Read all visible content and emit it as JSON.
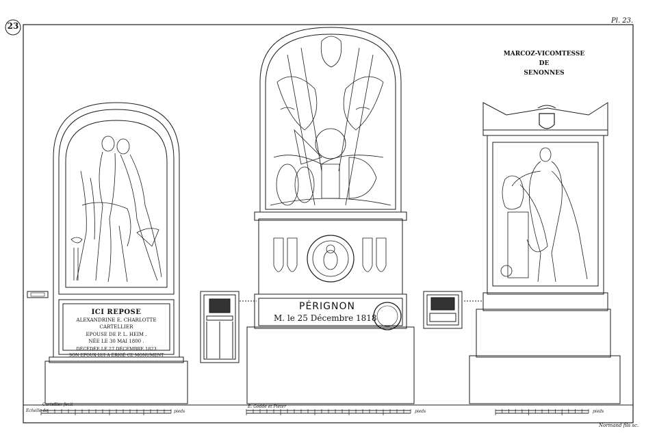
{
  "plate": {
    "number_badge": "23",
    "plate_label": "Pl. 23."
  },
  "monuments": {
    "left": {
      "lines": [
        "ICI REPOSE",
        "ALEXANDRINE E. CHARLOTTE CARTELLIER",
        "EPOUSE DE P. L. HEIM .",
        "NÉE LE 30 MAI 1800 .",
        "DÉCÉDÉE LE 27 DÉCEMBRE 1823",
        "SON EPOUX LUI A ÉRIGÉ CE MONUMENT"
      ]
    },
    "center": {
      "name": "PÉRIGNON",
      "date": "M. le 25 Décembre 1818"
    },
    "right": {
      "title_lines": [
        "MARCOZ-VICOMTESSE",
        "DE",
        "SENONNES"
      ]
    }
  },
  "scales": {
    "left_caption": "Cartellier fecit",
    "left_caption2": "Echelle de",
    "left_unit": "pieds",
    "center_caption": "E. Godde et Pieter",
    "center_unit": "pieds",
    "right_unit": "pieds"
  },
  "credits": {
    "engraver": "Normand fils sc."
  }
}
